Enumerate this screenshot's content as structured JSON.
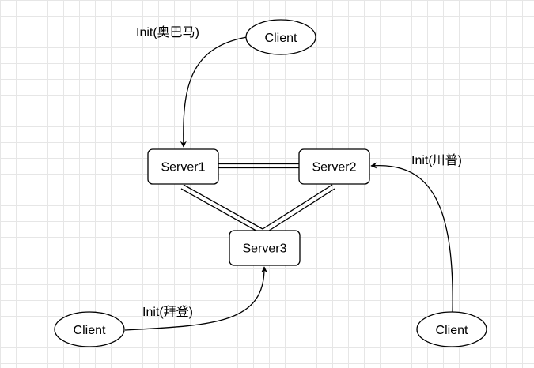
{
  "diagram": {
    "nodes": {
      "server1": {
        "label": "Server1"
      },
      "server2": {
        "label": "Server2"
      },
      "server3": {
        "label": "Server3"
      },
      "client_top": {
        "label": "Client"
      },
      "client_bottom_left": {
        "label": "Client"
      },
      "client_bottom_right": {
        "label": "Client"
      }
    },
    "edge_labels": {
      "init_obama": "Init(奥巴马)",
      "init_trump": "Init(川普)",
      "init_biden": "Init(拜登)"
    }
  },
  "colors": {
    "stroke": "#000000",
    "fill": "#ffffff",
    "grid": "#e6e6e6"
  }
}
